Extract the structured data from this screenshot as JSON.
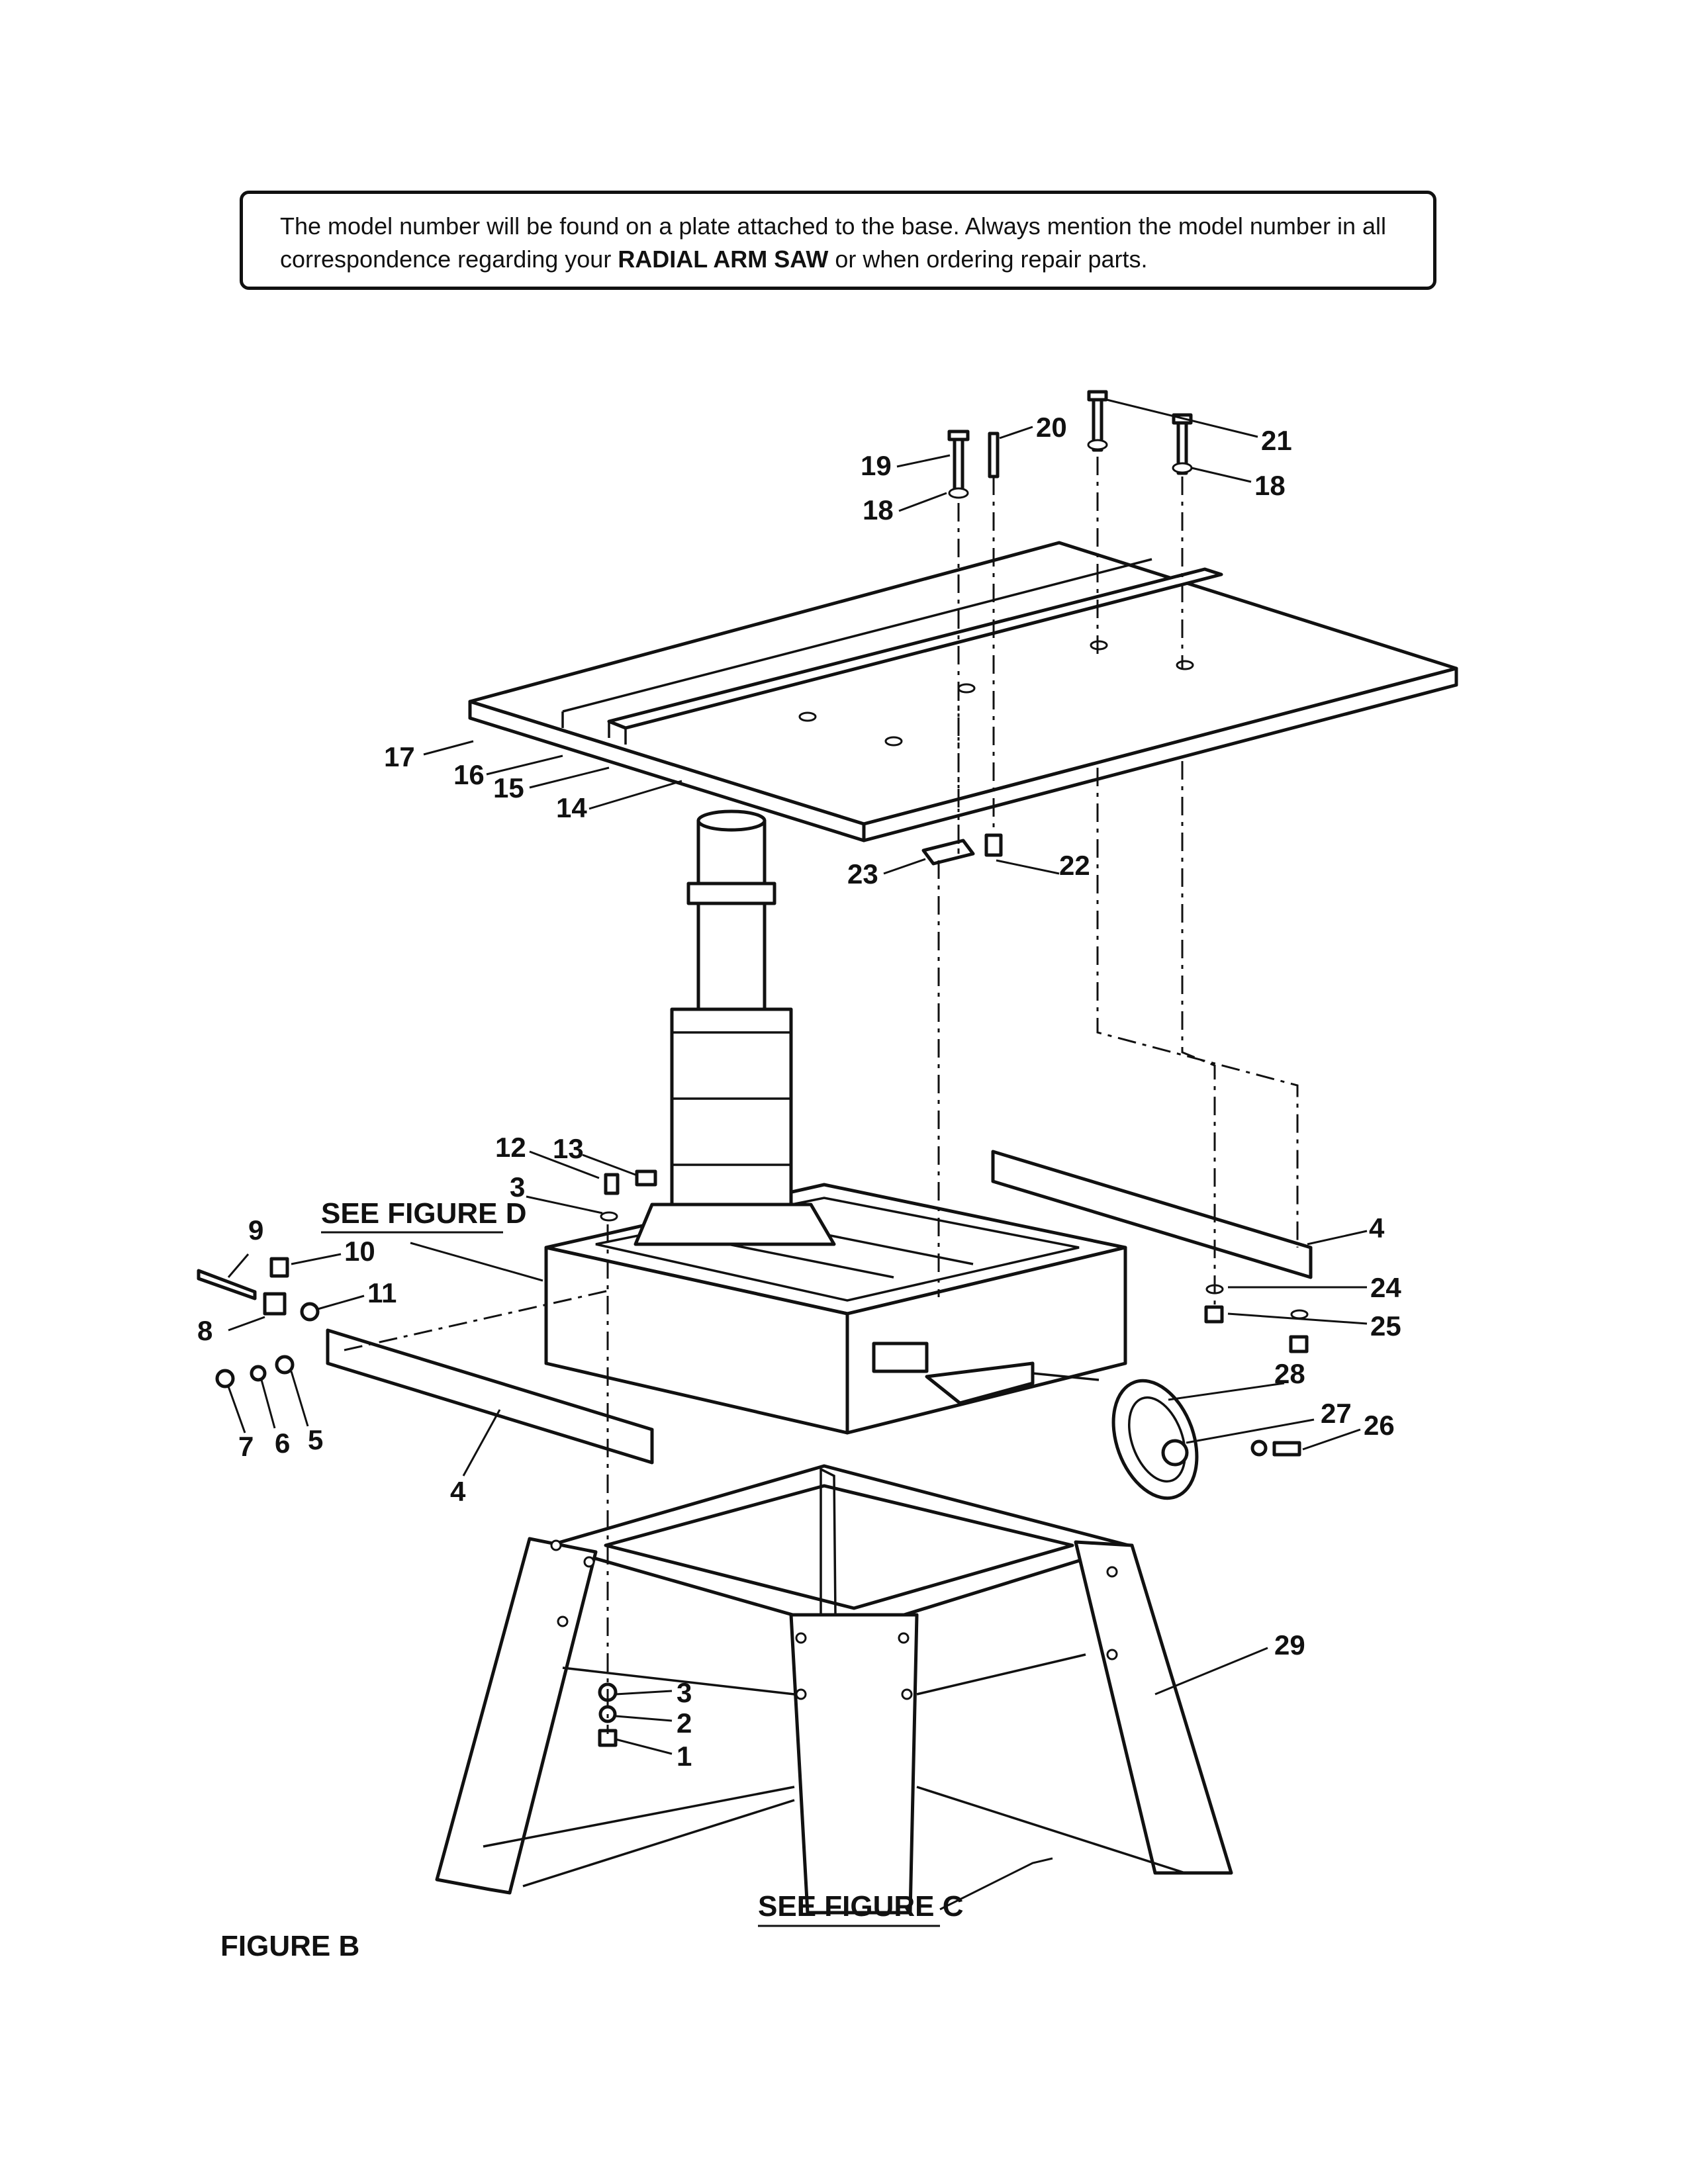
{
  "notice": {
    "text_before": "The model number will be found on a plate attached to the base. Always mention the model number in all correspondence regarding your ",
    "text_bold": "RADIAL ARM SAW",
    "text_after": " or when ordering repair parts."
  },
  "figure_title": "FIGURE B",
  "references": {
    "figure_d": "SEE FIGURE D",
    "figure_c": "SEE FIGURE C"
  },
  "part_labels": {
    "p1": "1",
    "p2": "2",
    "p3a": "3",
    "p3b": "3",
    "p4a": "4",
    "p4b": "4",
    "p5": "5",
    "p6": "6",
    "p7": "7",
    "p8": "8",
    "p9": "9",
    "p10": "10",
    "p11": "11",
    "p12": "12",
    "p13": "13",
    "p14": "14",
    "p15": "15",
    "p16": "16",
    "p17": "17",
    "p18a": "18",
    "p18b": "18",
    "p19": "19",
    "p20": "20",
    "p21": "21",
    "p22": "22",
    "p23": "23",
    "p24": "24",
    "p25": "25",
    "p26": "26",
    "p27": "27",
    "p28": "28",
    "p29": "29"
  }
}
